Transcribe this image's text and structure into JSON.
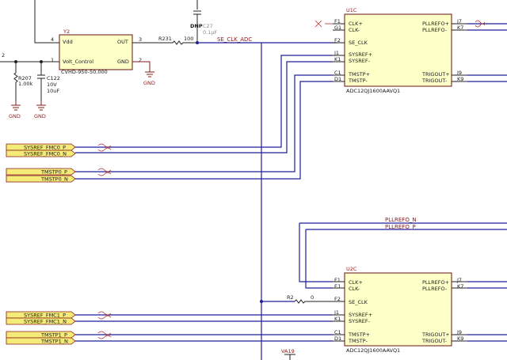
{
  "y2": {
    "ref": "Y2",
    "part": "CVHD-950-50.000",
    "pin_vdd": "Vdd",
    "pin_out": "OUT",
    "pin_vc": "Volt_Control",
    "pin_gnd": "GND",
    "num_vdd": "4",
    "num_out": "3",
    "num_vc": "1",
    "num_gnd": "2"
  },
  "r231": {
    "ref": "R231",
    "value": "100"
  },
  "c27": {
    "mark": "DNP",
    "ref": "C27",
    "value": "0.1µF"
  },
  "r207": {
    "ref": "R207",
    "value": "1.00k"
  },
  "c122": {
    "ref": "C122",
    "value1": "10V",
    "value2": "10uF"
  },
  "gnd_labels": [
    "GND",
    "GND",
    "GND"
  ],
  "left_pin_2": "2",
  "net_se_clk": "SE_CLK_ADC",
  "u1c": {
    "ref": "U1C",
    "part": "ADC12QJ1600AAVQ1",
    "left_pins": [
      {
        "num": "F1",
        "name": "CLK+"
      },
      {
        "num": "G1",
        "name": "CLK-"
      },
      {
        "num": "F2",
        "name": "SE_CLK"
      },
      {
        "num": "J1",
        "name": "SYSREF+"
      },
      {
        "num": "K1",
        "name": "SYSREF-"
      },
      {
        "num": "C1",
        "name": "TMSTP+"
      },
      {
        "num": "D1",
        "name": "TMSTP-"
      }
    ],
    "right_pins": [
      {
        "num": "J7",
        "name": "PLLREFO+"
      },
      {
        "num": "K7",
        "name": "PLLREFO-"
      },
      {
        "num": "J9",
        "name": "TRIGOUT+"
      },
      {
        "num": "K9",
        "name": "TRIGOUT-"
      }
    ]
  },
  "u2c": {
    "ref": "U2C",
    "part": "ADC12QJ1600AAVQ1",
    "left_pins": [
      {
        "num": "F1",
        "name": "CLK+"
      },
      {
        "num": "E1",
        "name": "CLK-"
      },
      {
        "num": "F2",
        "name": "SE_CLK"
      },
      {
        "num": "J1",
        "name": "SYSREF+"
      },
      {
        "num": "K1",
        "name": "SYSREF-"
      },
      {
        "num": "C1",
        "name": "TMSTP+"
      },
      {
        "num": "D1",
        "name": "TMSTP-"
      }
    ],
    "right_pins": [
      {
        "num": "J7",
        "name": "PLLREFO+"
      },
      {
        "num": "K7",
        "name": "PLLREFO-"
      },
      {
        "num": "J9",
        "name": "TRIGOUT+"
      },
      {
        "num": "K9",
        "name": "TRIGOUT-"
      }
    ]
  },
  "r2": {
    "ref": "R2",
    "value": "0"
  },
  "nets": {
    "pllrefo_n": "PLLREFO_N",
    "pllrefo_p": "PLLREFO_P",
    "va19": "VA19"
  },
  "ports": [
    "SYSREF_FMC0_P",
    "SYSREF_FMC0_N",
    "TMSTP0_P",
    "TMSTP0_N",
    "SYSREF_FMC1_P",
    "SYSREF_FMC1_N",
    "TMSTP1_P",
    "TMSTP1_N"
  ],
  "colors": {
    "wire": "#1f1f9a",
    "part_fill": "#ffffc8",
    "port_fill": "#f4eb78",
    "label_red": "#8b1a1a"
  }
}
